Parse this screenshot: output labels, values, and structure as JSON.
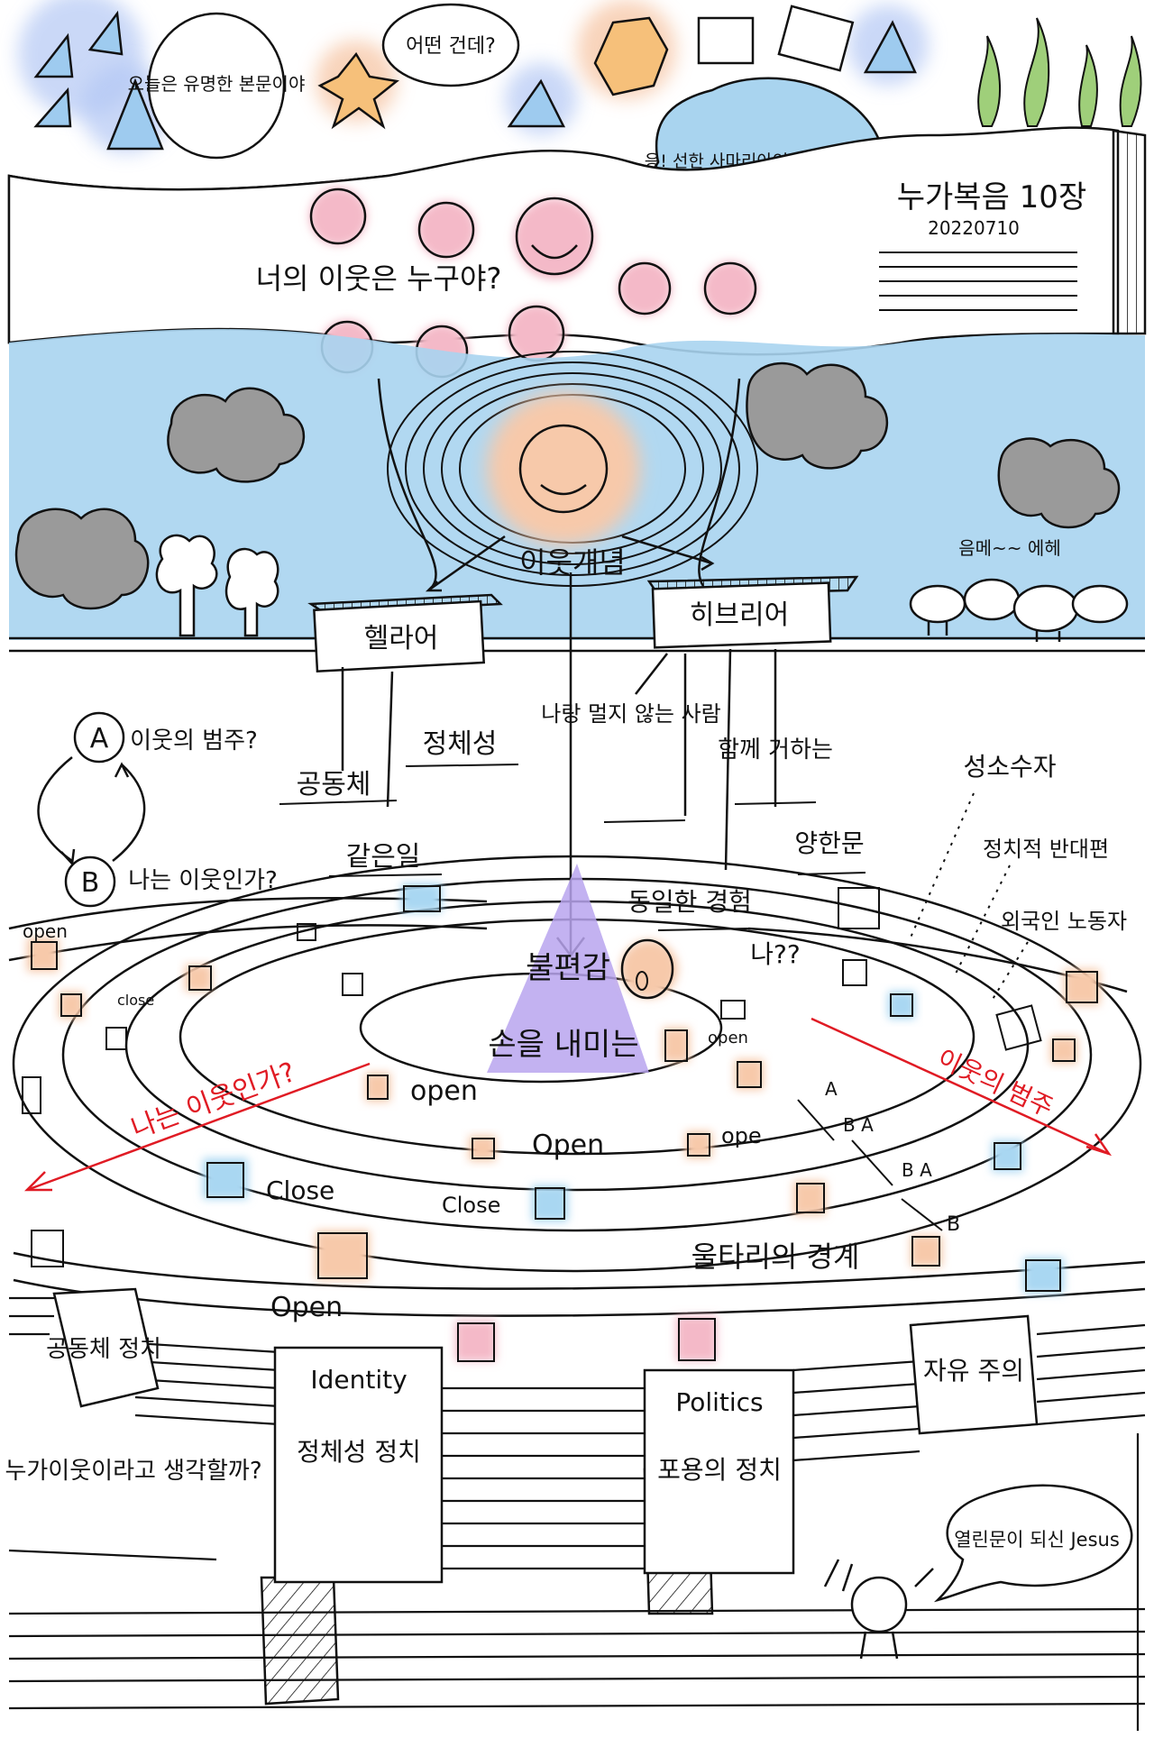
{
  "labels": {
    "bubble_left": "오늘은 유명한 본문이야",
    "bubble_middle": "어떤 건데?",
    "bubble_right": "응! 선한 사마리아인의 비유라고해",
    "title": "누가복음 10장",
    "date": "20220710",
    "question_neighbor": "너의 이웃은 누구야?",
    "concept": "이웃개념",
    "hellas": "헬라어",
    "hebrew": "히브리어",
    "community": "공동체",
    "identity_word": "정체성",
    "same_thing": "같은일",
    "not_far": "나랑 멀지 않는 사람",
    "live_together": "함께 거하는",
    "same_experience": "동일한 경험",
    "same_mind": "양한문",
    "sheep_sound": "음메~~ 에헤",
    "cat_a": "A",
    "cat_b": "B",
    "q_a": "이웃의 범주?",
    "q_b": "나는 이웃인가?",
    "minority": "성소수자",
    "political_opponent": "정치적 반대편",
    "foreign_worker": "외국인 노동자",
    "open_1": "open",
    "close_1": "close",
    "discomfort": "불편감",
    "welcome": "손을 내미는",
    "me": "나??",
    "open_small": "open",
    "i_am_neighbor": "나는 이웃인가?",
    "neighbor_scope": "이웃의 범주",
    "open_2": "open",
    "open_3": "Open",
    "open_4": "ope",
    "close_2": "Close",
    "close_3": "Close",
    "fence_boundary": "울타리의 경계",
    "open_5": "Open",
    "arrow_a": "A",
    "arrow_ba": "B A",
    "arrow_b_a": "B A",
    "arrow_b": "B",
    "community_politics": "공동체 정치",
    "identity_en": "Identity",
    "identity_politics": "정체성 정치",
    "politics_en": "Politics",
    "inclusion_politics": "포용의 정치",
    "liberalism": "자유 주의",
    "reflection": "나는 누가이웃이라고 생각할까?",
    "jesus_bubble": "열린문이 되신 Jesus"
  },
  "colors": {
    "sky": "#a9d4ef",
    "pink": "#f4b9c8",
    "peach": "#f7c9aa",
    "blue_door": "#a9d7f2",
    "gray_cloud": "#9a9a9a",
    "purple": "#b9a5ee",
    "orange_star": "#f6c07a",
    "green_plant": "#9fcf7a",
    "arrow_red": "#e01b24"
  },
  "icons": [
    "triangle-face-icon",
    "star-face-icon",
    "square-face-icon",
    "smiley-face-icon",
    "cloud-icon",
    "tree-icon",
    "sheep-icon",
    "door-icon",
    "plant-icon"
  ]
}
